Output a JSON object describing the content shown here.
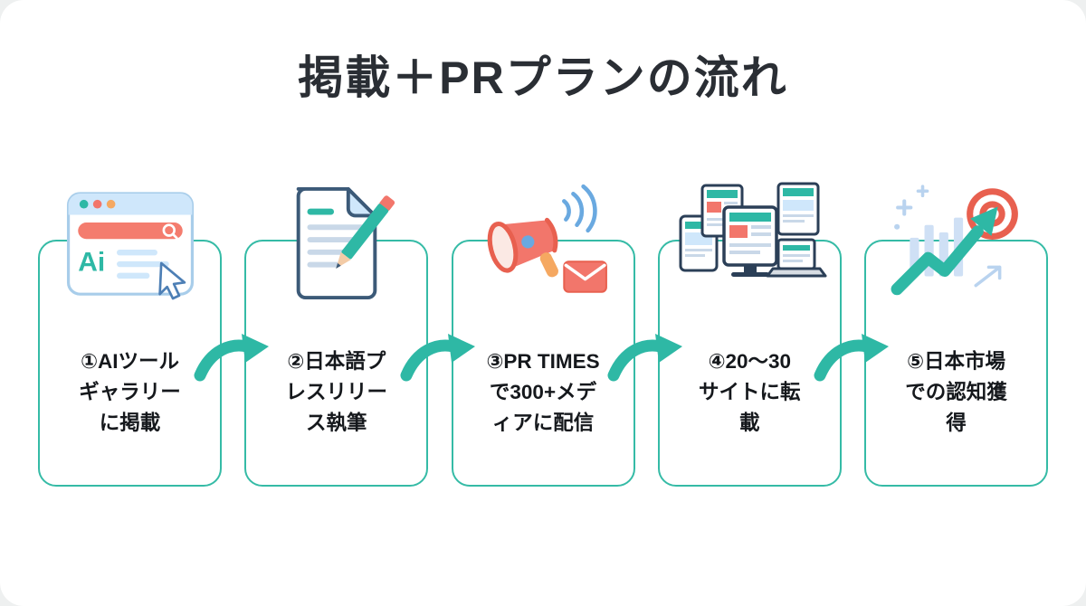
{
  "title": "掲載＋PRプランの流れ",
  "steps": [
    {
      "label": "①AIツール\nギャラリー\nに掲載",
      "icon": "ai-tool-gallery-browser-icon"
    },
    {
      "label": "②日本語プ\nレスリリー\nス執筆",
      "icon": "press-release-writing-icon"
    },
    {
      "label": "③PR TIMES\nで300+メデ\nィアに配信",
      "icon": "megaphone-distribution-icon"
    },
    {
      "label": "④20〜30\nサイトに転\n載",
      "icon": "media-sites-repost-icon"
    },
    {
      "label": "⑤日本市場\nでの認知獲\n得",
      "icon": "growth-target-icon"
    }
  ],
  "icons": {
    "browser_label": "Ai"
  },
  "colors": {
    "accent_teal": "#2eb8a5",
    "coral": "#f2766b",
    "light_blue": "#cfe7fb",
    "navy_outline": "#2b3f57",
    "title_text": "#2a2e34",
    "step_text": "#15181c"
  }
}
